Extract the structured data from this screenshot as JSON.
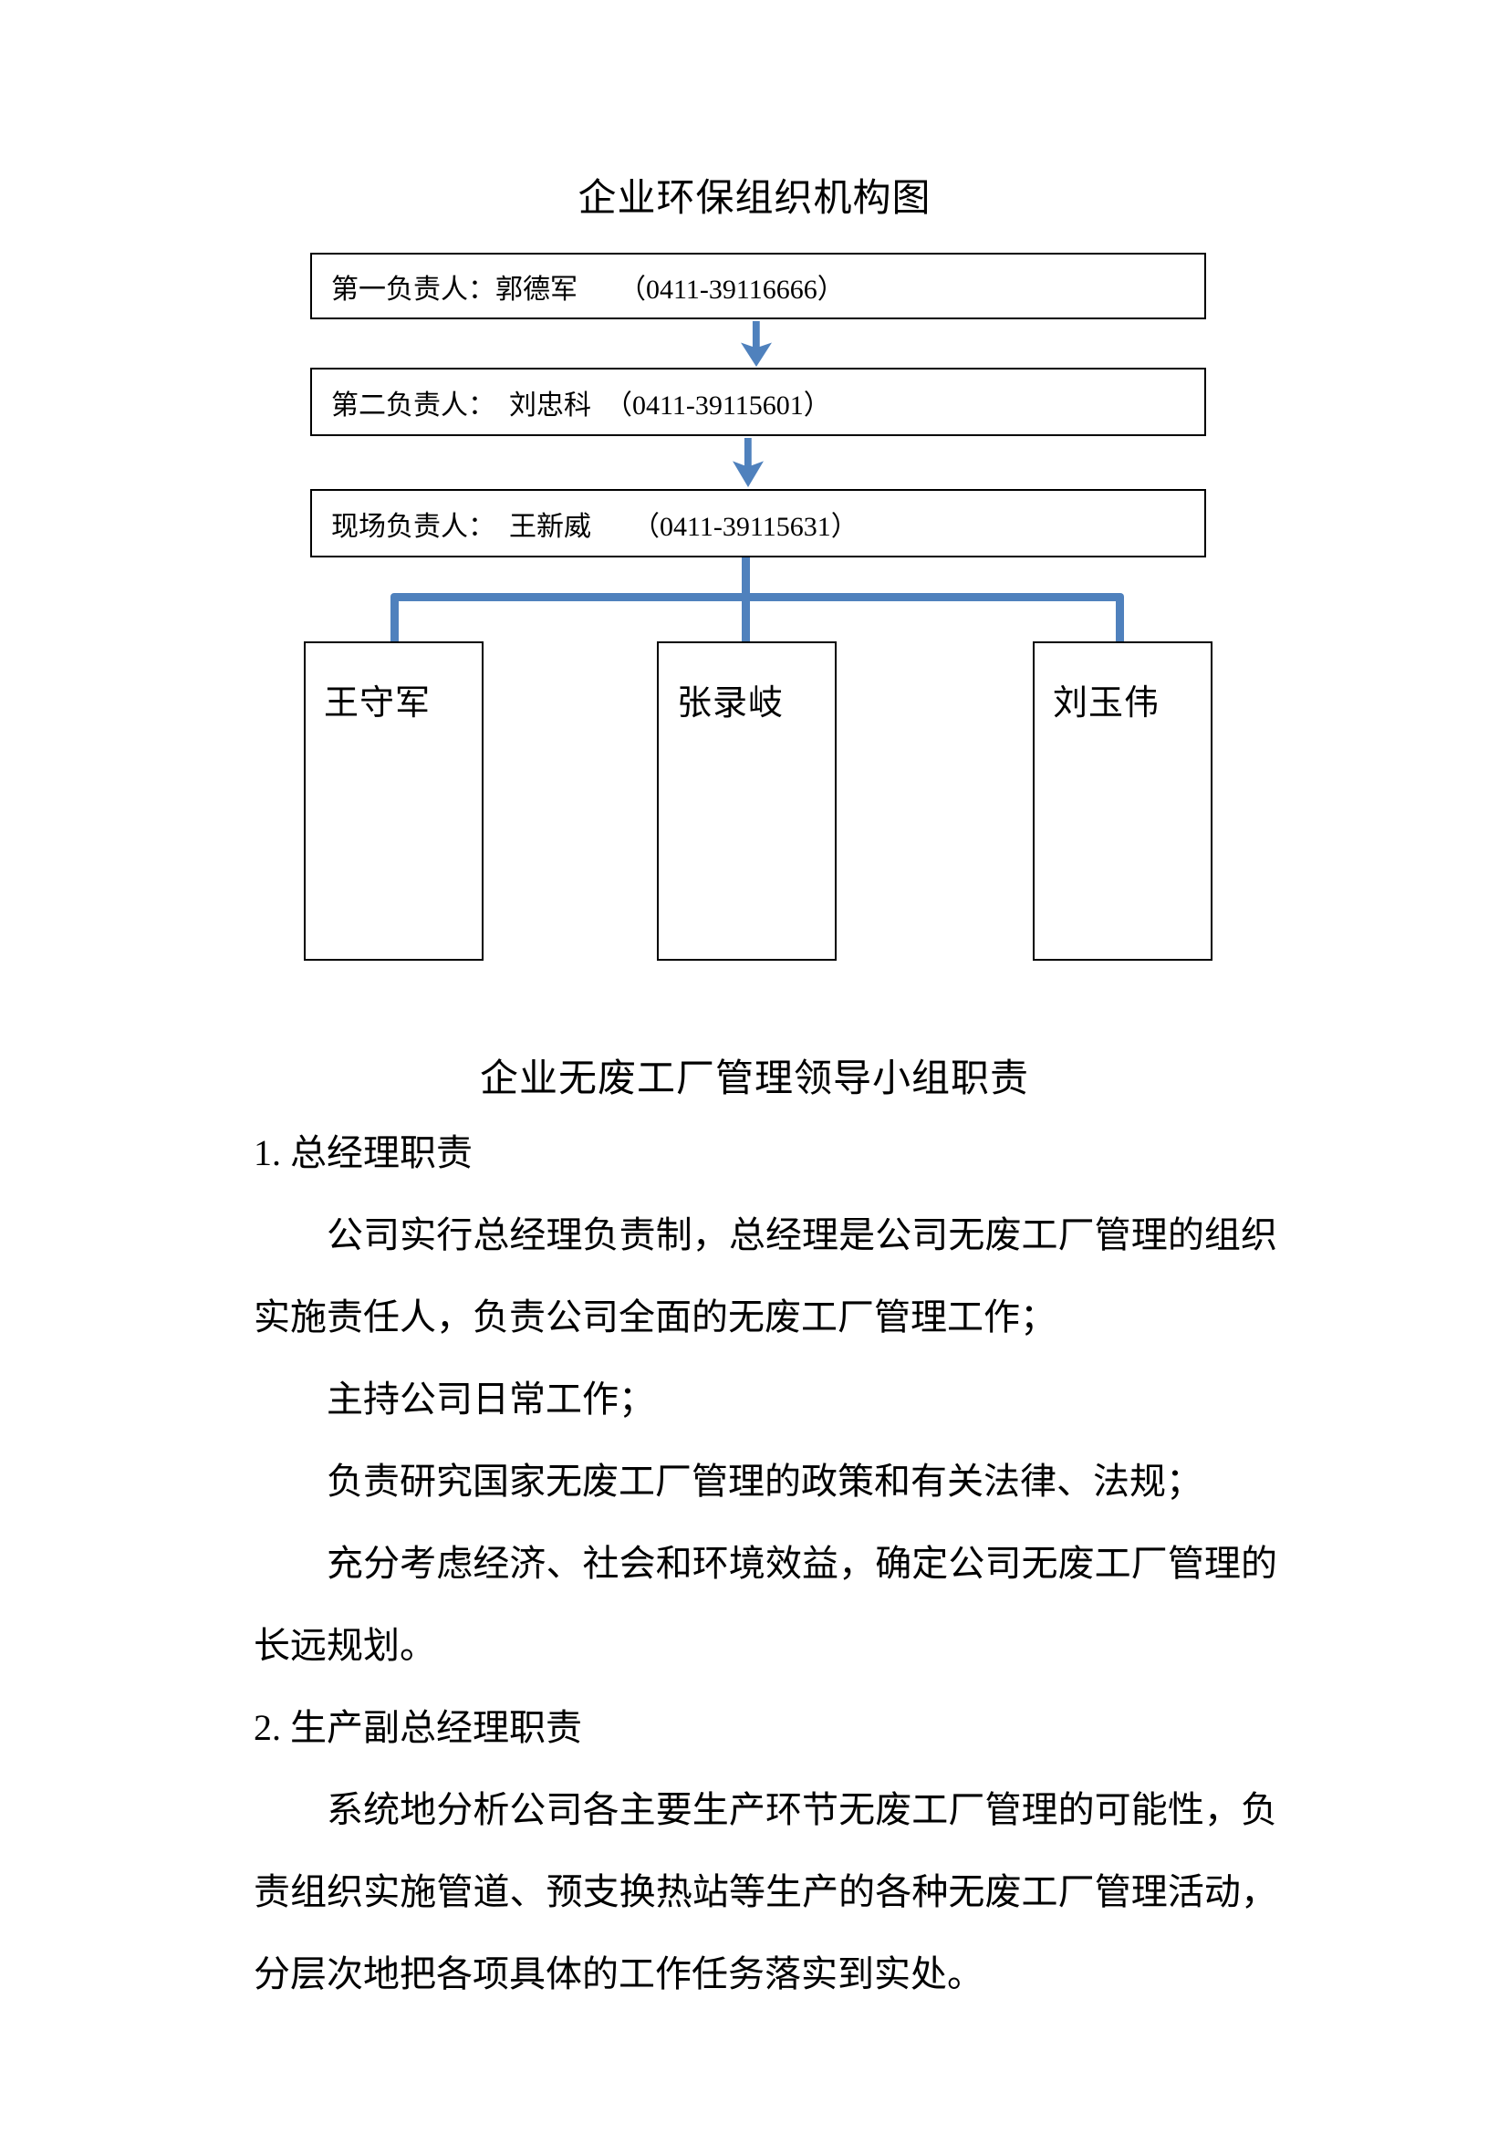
{
  "diagram": {
    "title": "企业环保组织机构图",
    "connector_color": "#4f81bd",
    "boxes": [
      {
        "text": "第一负责人：郭德军　　（0411-39116666）"
      },
      {
        "text": "第二负责人：　刘忠科　（0411-39115601）"
      },
      {
        "text": "现场负责人：　王新威　　（0411-39115631）"
      }
    ],
    "members": [
      "王守军",
      "张录岐",
      "刘玉伟"
    ]
  },
  "section": {
    "title": "企业无废工厂管理领导小组职责",
    "items": [
      {
        "style": "heading",
        "text": "1. 总经理职责"
      },
      {
        "style": "para",
        "text": "公司实行总经理负责制，总经理是公司无废工厂管理的组织实施责任人，负责公司全面的无废工厂管理工作；"
      },
      {
        "style": "para",
        "text": "主持公司日常工作；"
      },
      {
        "style": "para",
        "text": "负责研究国家无废工厂管理的政策和有关法律、法规；"
      },
      {
        "style": "para",
        "text": "充分考虑经济、社会和环境效益，确定公司无废工厂管理的长远规划。"
      },
      {
        "style": "heading",
        "text": "2. 生产副总经理职责"
      },
      {
        "style": "para",
        "text": "系统地分析公司各主要生产环节无废工厂管理的可能性，负责组织实施管道、预支换热站等生产的各种无废工厂管理活动，分层次地把各项具体的工作任务落实到实处。"
      }
    ]
  }
}
